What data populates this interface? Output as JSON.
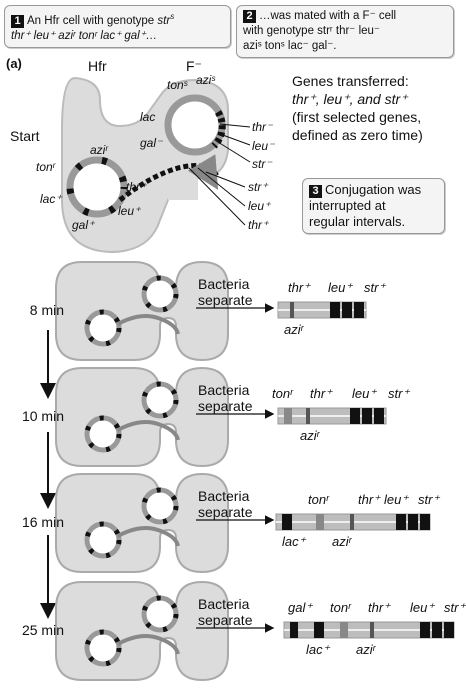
{
  "panel_label": "(a)",
  "callouts": {
    "c1": {
      "number": "1",
      "line1": "An Hfr cell with genotype",
      "line1_gene": "str",
      "line1_sup": "s",
      "line2": "thr⁺ leu⁺ aziʳ tonʳ lac⁺ gal⁺…"
    },
    "c2": {
      "number": "2",
      "line1": "…was mated with a F⁻ cell",
      "line2": "with genotype strʳ thr⁻ leu⁻",
      "line3": "aziˢ tonˢ lac⁻ gal⁻."
    },
    "c3": {
      "number": "3",
      "line1": "Conjugation was",
      "line2": "interrupted at",
      "line3": "regular intervals."
    }
  },
  "top": {
    "hfr_label": "Hfr",
    "f_label": "F⁻",
    "start_label": "Start",
    "genes_transferred": {
      "line1": "Genes transferred:",
      "line2": "thr⁺, leu⁺, and str⁺",
      "line3": "(first selected genes,",
      "line4": "defined as zero time)"
    },
    "hfr_genes": {
      "azi": "aziʳ",
      "ton": "tonʳ",
      "lac": "lac⁺",
      "gal": "gal⁺",
      "thr": "thr⁺",
      "leu": "leu⁺"
    },
    "f_genes": {
      "ton": "tonˢ",
      "azi": "aziˢ",
      "lac": "lac",
      "gal": "gal⁻",
      "thr": "thr⁻",
      "leu": "leu⁻",
      "str": "str⁻"
    },
    "transfer_genes": {
      "str": "str⁺",
      "leu": "leu⁺",
      "thr": "thr⁺"
    }
  },
  "timepoints": [
    {
      "time": "8 min",
      "action_line1": "Bacteria",
      "action_line2": "separate",
      "genes_above": [
        "thr⁺",
        "leu⁺",
        "str⁺"
      ],
      "genes_below": [
        "aziʳ"
      ]
    },
    {
      "time": "10 min",
      "action_line1": "Bacteria",
      "action_line2": "separate",
      "genes_above": [
        "tonʳ",
        "thr⁺",
        "leu⁺",
        "str⁺"
      ],
      "genes_below": [
        "aziʳ"
      ]
    },
    {
      "time": "16 min",
      "action_line1": "Bacteria",
      "action_line2": "separate",
      "genes_above": [
        "tonʳ",
        "thr⁺",
        "leu⁺",
        "str⁺"
      ],
      "genes_below": [
        "lac⁺",
        "aziʳ"
      ]
    },
    {
      "time": "25 min",
      "action_line1": "Bacteria",
      "action_line2": "separate",
      "genes_above": [
        "gal⁺",
        "tonʳ",
        "thr⁺",
        "leu⁺",
        "str⁺"
      ],
      "genes_below": [
        "lac⁺",
        "aziʳ"
      ]
    }
  ]
}
